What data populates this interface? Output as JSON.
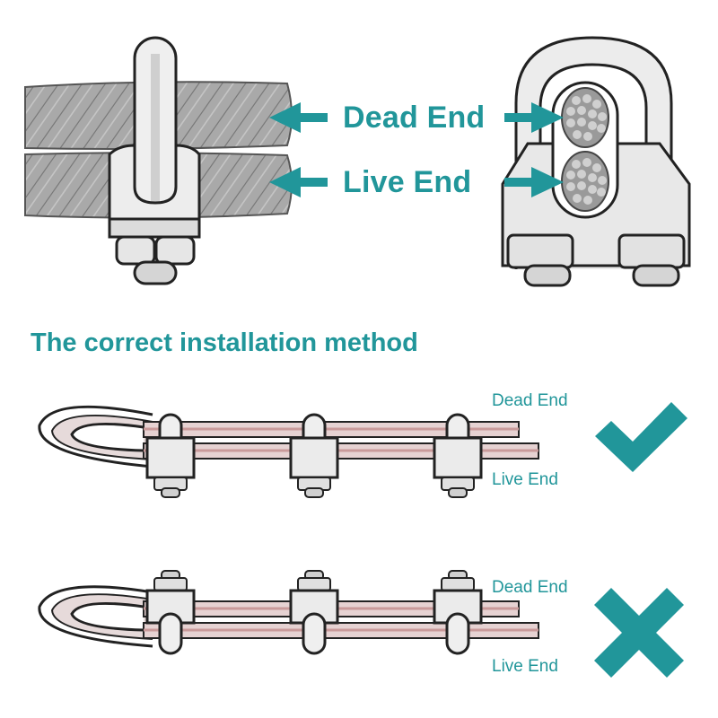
{
  "colors": {
    "accent": "#21969a",
    "rope_fill": "#a9a9a9",
    "rope_dark": "#6f6f6f",
    "clip_fill": "#e9e9e9",
    "clip_stroke": "#222222",
    "cable_stripe": "#c99a9a"
  },
  "top": {
    "dead_end_label": "Dead End",
    "live_end_label": "Live End"
  },
  "method_title": "The correct installation method",
  "correct_row": {
    "dead_end_label": "Dead End",
    "live_end_label": "Live End",
    "mark_icon": "checkmark-icon"
  },
  "wrong_row": {
    "dead_end_label": "Dead End",
    "live_end_label": "Live End",
    "mark_icon": "cross-icon"
  }
}
